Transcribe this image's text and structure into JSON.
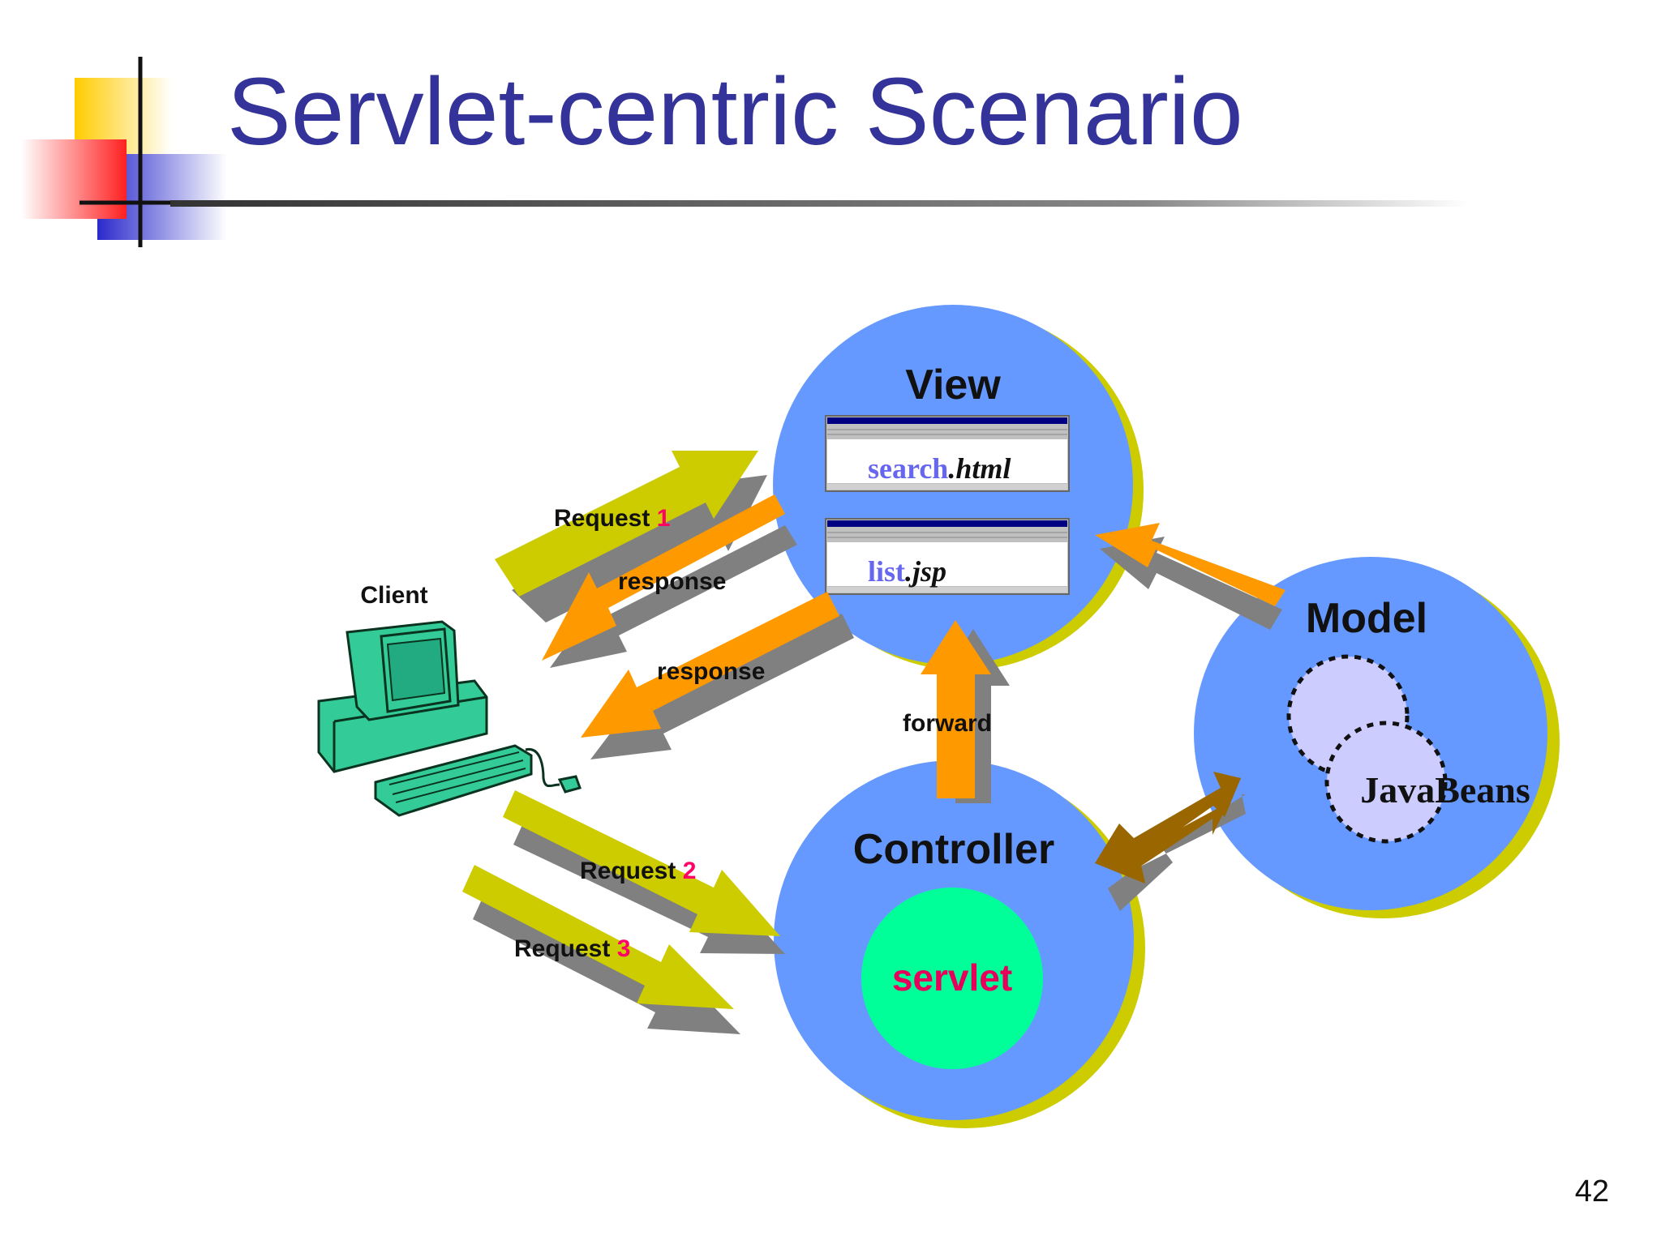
{
  "title": "Servlet-centric Scenario",
  "page_number": "42",
  "colors": {
    "title": "#333399",
    "circle_fill": "#6699ff",
    "circle_shadow": "#cccc00",
    "arrow_request": "#cccc00",
    "arrow_response": "#ff9900",
    "arrow_model_controller": "#996600",
    "servlet_fill": "#00ff99",
    "servlet_text": "#e6005c",
    "request_number": "#ff0066",
    "javabean_fill": "#ccccff",
    "client_computer": "#33cc99"
  },
  "view": {
    "label": "View",
    "pages": [
      {
        "name": "search",
        "ext": ".html"
      },
      {
        "name": "list",
        "ext": ".jsp"
      }
    ]
  },
  "model": {
    "label": "Model",
    "beans_label": "JavaBeans"
  },
  "controller": {
    "label": "Controller",
    "servlet_label": "servlet"
  },
  "client": {
    "label": "Client",
    "icon": "computer-icon"
  },
  "flows": {
    "request1": {
      "label": "Request",
      "num": "1"
    },
    "request2": {
      "label": "Request",
      "num": "2"
    },
    "request3": {
      "label": "Request",
      "num": "3"
    },
    "response1": "response",
    "response2": "response",
    "forward": "forward"
  }
}
